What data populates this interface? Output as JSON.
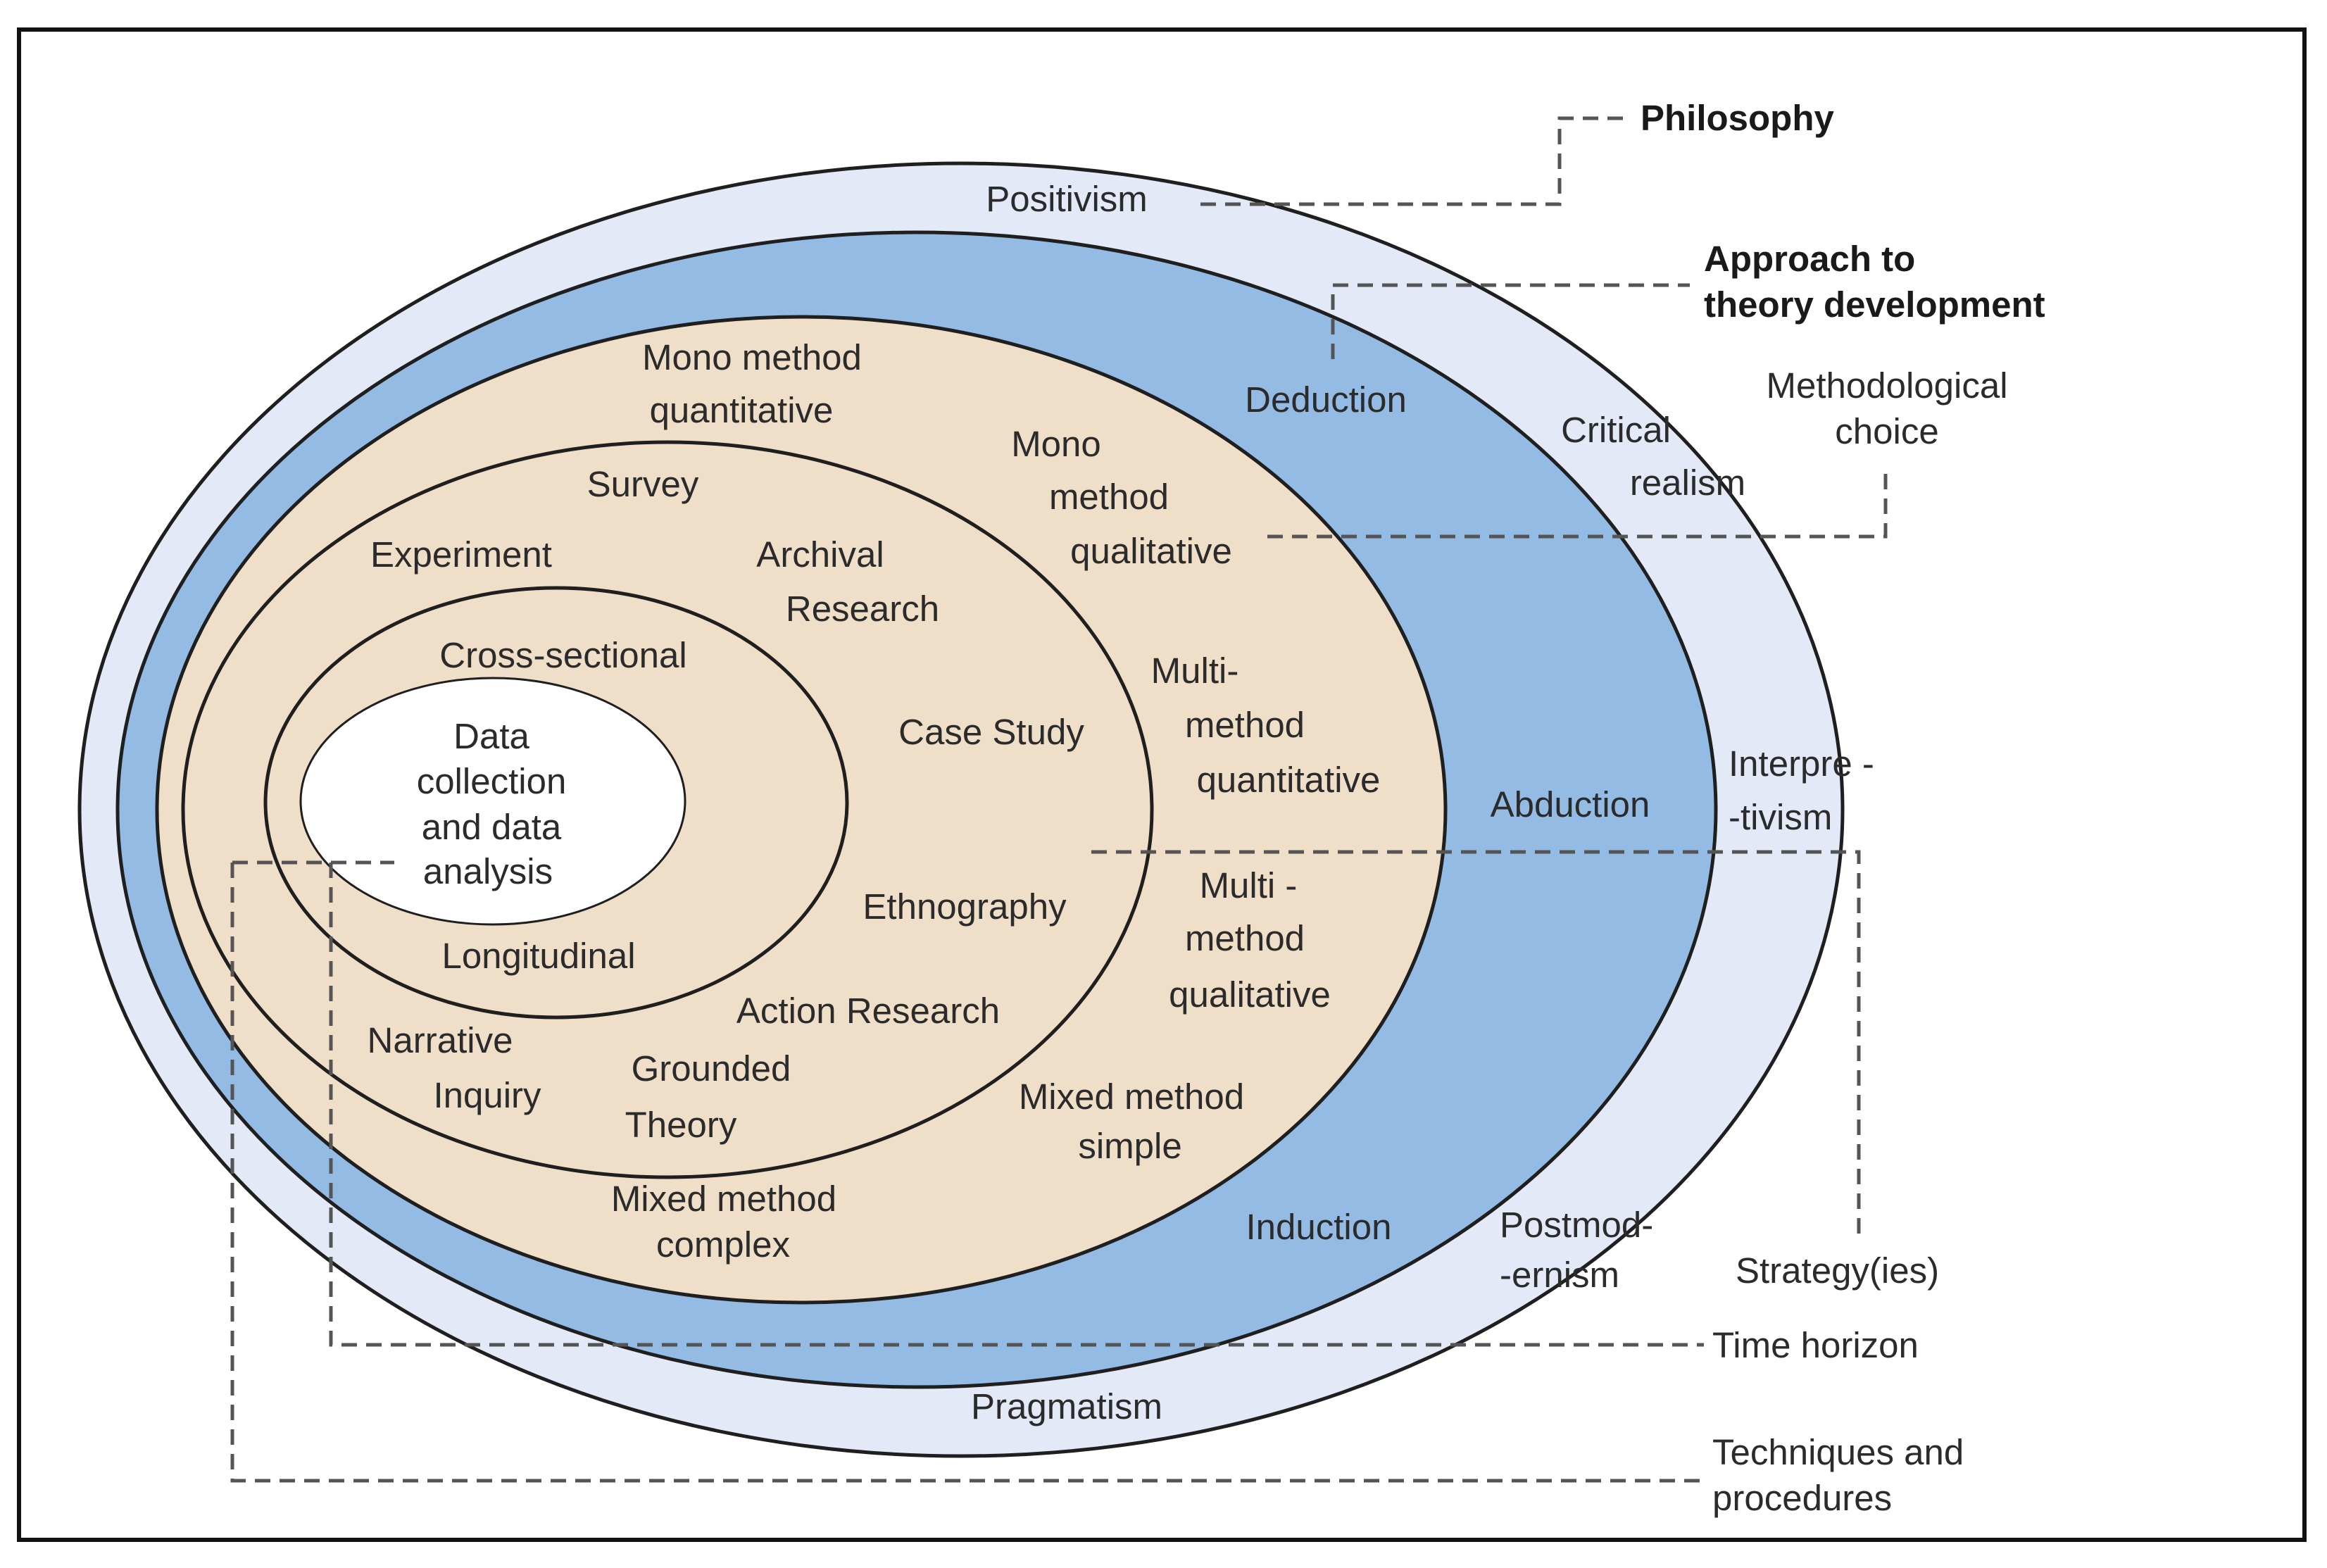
{
  "colors": {
    "philosophy_ring": "#e3e9f6",
    "approach_ring": "#94bbe4",
    "methodology_fill": "#f0dfc8",
    "core_fill": "#ffffff",
    "outline": "#1f1f1f",
    "leader_line": "#555555"
  },
  "layers": {
    "philosophy": "Philosophy",
    "approach_line1": "Approach to",
    "approach_line2": "theory development",
    "methodological_choice_line1": "Methodological",
    "methodological_choice_line2": "choice",
    "strategies": "Strategy(ies)",
    "time_horizon": "Time horizon",
    "techniques_line1": "Techniques and",
    "techniques_line2": "procedures"
  },
  "philosophies": {
    "positivism": "Positivism",
    "critical_realism_line1": "Critical",
    "critical_realism_line2": "realism",
    "interpretivism_line1": "Interpre -",
    "interpretivism_line2": "-tivism",
    "postmodernism_line1": "Postmod-",
    "postmodernism_line2": "-ernism",
    "pragmatism": "Pragmatism"
  },
  "approaches": {
    "deduction": "Deduction",
    "abduction": "Abduction",
    "induction": "Induction"
  },
  "methodological_choices": {
    "mono_quant_line1": "Mono method",
    "mono_quant_line2": "quantitative",
    "mono_qual_line1": "Mono",
    "mono_qual_line2": "method",
    "mono_qual_line3": "qualitative",
    "multi_quant_line1": "Multi-",
    "multi_quant_line2": "method",
    "multi_quant_line3": "quantitative",
    "multi_qual_line1": "Multi -",
    "multi_qual_line2": "method",
    "multi_qual_line3": "qualitative",
    "mixed_simple_line1": "Mixed method",
    "mixed_simple_line2": "simple",
    "mixed_complex_line1": "Mixed method",
    "mixed_complex_line2": "complex"
  },
  "strategies": {
    "survey": "Survey",
    "experiment": "Experiment",
    "archival_line1": "Archival",
    "archival_line2": "Research",
    "case_study": "Case Study",
    "ethnography": "Ethnography",
    "action_research": "Action Research",
    "narrative_line1": "Narrative",
    "narrative_line2": "Inquiry",
    "grounded_line1": "Grounded",
    "grounded_line2": "Theory"
  },
  "time_horizons": {
    "cross_sectional": "Cross-sectional",
    "longitudinal": "Longitudinal"
  },
  "core": {
    "line1": "Data",
    "line2": "collection",
    "line3": "and data",
    "line4": "analysis"
  }
}
